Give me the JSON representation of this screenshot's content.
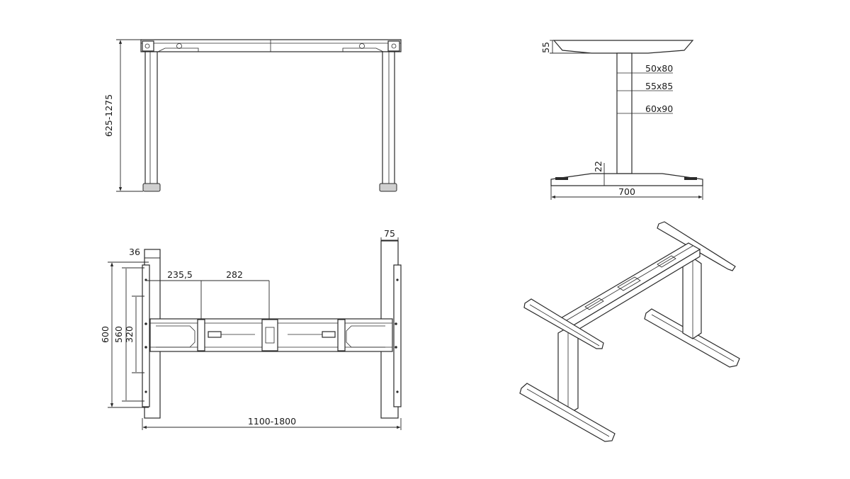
{
  "front_view": {
    "height_label": "625-1275"
  },
  "side_view": {
    "top_label": "55",
    "column_labels": [
      "50x80",
      "55x85",
      "60x90"
    ],
    "foot_label": "22",
    "width_label": "700"
  },
  "top_view": {
    "label_75": "75",
    "label_36": "36",
    "label_235": "235,5",
    "label_282": "282",
    "label_600": "600",
    "label_560": "560",
    "label_320": "320",
    "width_label": "1100-1800"
  }
}
